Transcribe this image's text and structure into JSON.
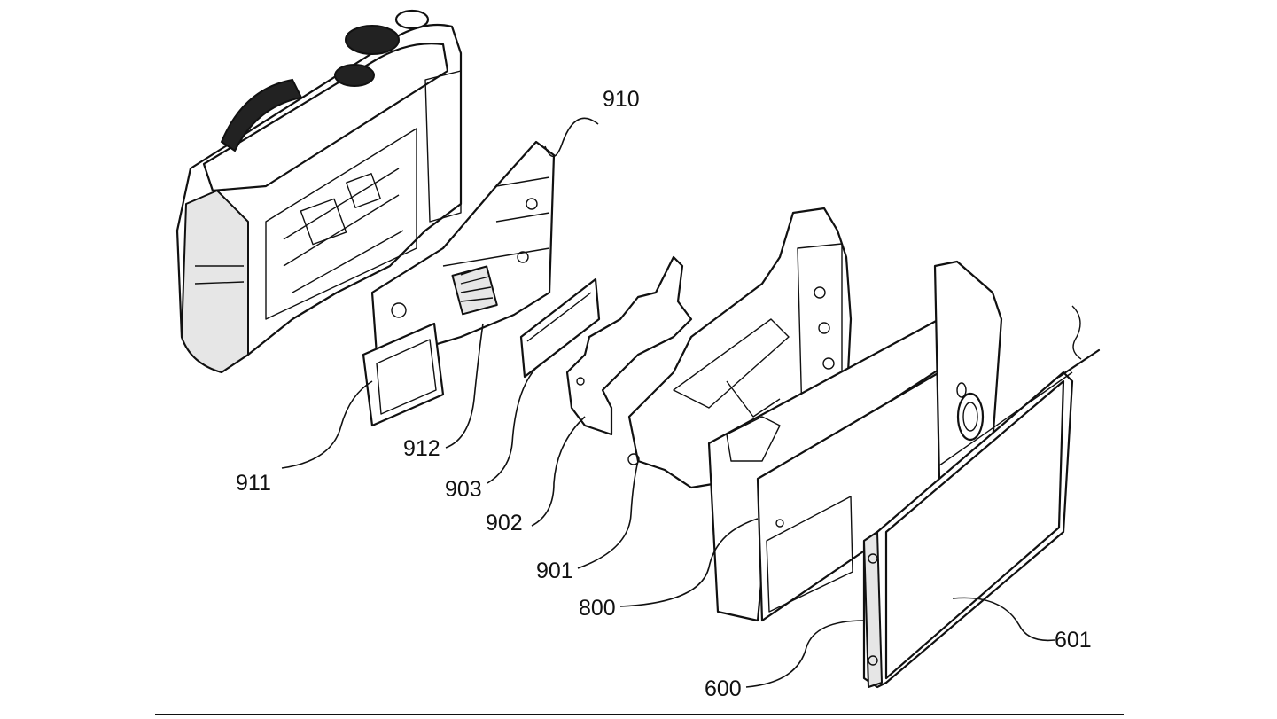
{
  "figure": {
    "labels": {
      "l910": "910",
      "l911": "911",
      "l912": "912",
      "l903": "903",
      "l902": "902",
      "l901": "901",
      "l800": "800",
      "l601": "601",
      "l600": "600"
    }
  }
}
